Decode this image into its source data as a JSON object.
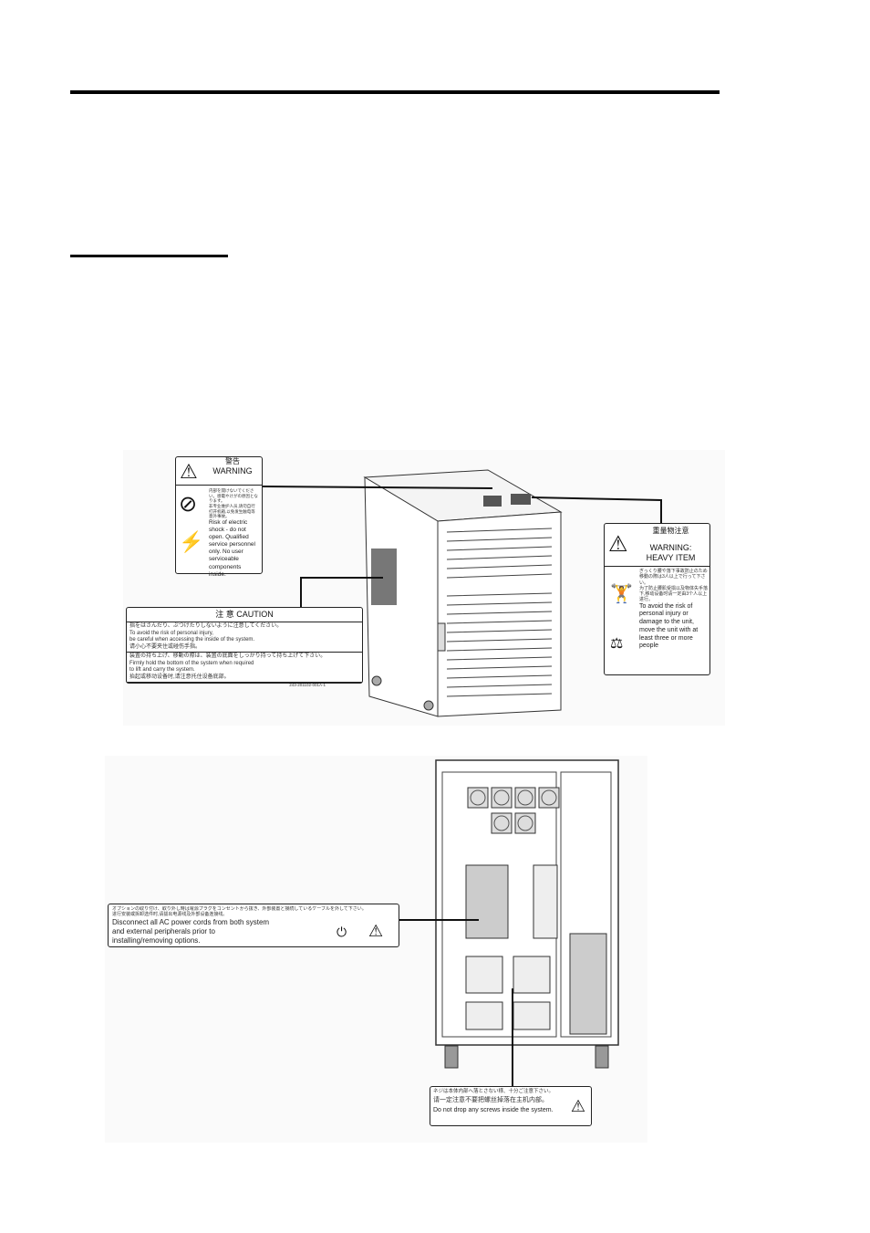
{
  "warning_label": {
    "title_jp": "警告",
    "title_en": "WARNING",
    "jp_text": "内部を開けないでください。感電やけがの原因となります。",
    "cn_text": "非专业维护人员,请勿自行打开机箱,以免发生触电等意外事故。",
    "en_text": "Risk of electric shock - do not open. Qualified service personnel only. No user serviceable components inside."
  },
  "caution_label": {
    "title": "注 意   CAUTION",
    "line1_jp": "指をはさんだり、ぶつけたりしないように注意してください。",
    "line1_en_a": "To avoid the risk of personal injury,",
    "line1_en_b": "be careful when accessing the inside of the system.",
    "line1_cn": "请小心不要夹住或碰伤手指。",
    "line2_jp": "装置の持ち上げ、移動の際は、装置の底面をしっかり持って持ち上げて下さい。",
    "line2_en_a": "Firmly hold the bottom of the system when required",
    "line2_en_b": "to lift and carry the system.",
    "line2_cn": "抬起或移动设备时,请注意托住设备底部。",
    "part_no": "243-201102-001A-1"
  },
  "heavy_label": {
    "title_jp": "重量物注意",
    "title_en_a": "WARNING:",
    "title_en_b": "HEAVY ITEM",
    "jp_text": "ぎっくり腰や落下事故防止のため移動の際は3人以上で行って下さい。",
    "cn_text": "为了防止腰肌受损以及物体失手落下,移动设备时请一定由3个人以上进行。",
    "en_text": "To avoid the risk of personal injury or damage to the unit, move the unit with at least three or more people"
  },
  "power_label": {
    "jp_text": "オプションの取り付け、取り外し時は電源プラグをコンセントから抜き、外部装置と接続しているケーブルを外して下さい。",
    "cn_text": "进行安装或拆卸选件时,请拔出电源线及外部设备连接线。",
    "en_text_a": "Disconnect all AC power cords from both system",
    "en_text_b": "and external peripherals prior to",
    "en_text_c": "installing/removing options."
  },
  "screw_label": {
    "jp_text": "ネジは本体内部へ落とさない様、十分ご注意下さい。",
    "cn_text": "请一定注意不要把螺丝掉落在主机内部。",
    "en_text": "Do not drop any screws inside the system."
  }
}
